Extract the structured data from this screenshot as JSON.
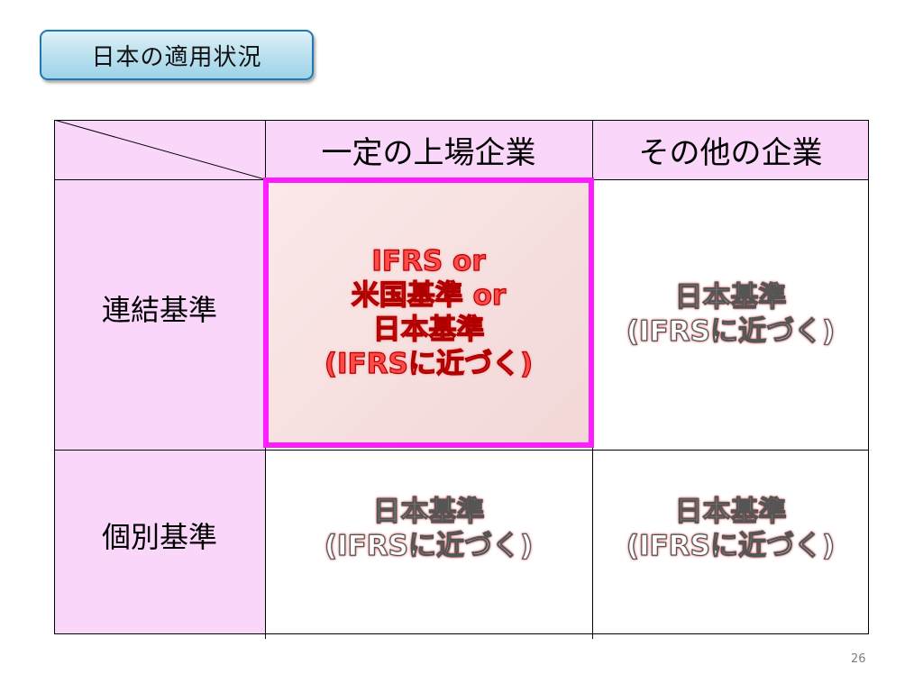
{
  "title": "日本の適用状況",
  "table": {
    "col_headers": [
      "一定の上場企業",
      "その他の企業"
    ],
    "rows": [
      {
        "label": "連結基準",
        "cells": [
          [
            "IFRS or",
            "米国基準 or",
            "日本基準",
            "(IFRSに近づく)"
          ],
          [
            "日本基準",
            "(IFRSに近づく)"
          ]
        ]
      },
      {
        "label": "個別基準",
        "cells": [
          [
            "日本基準",
            "(IFRSに近づく)"
          ],
          [
            "日本基準",
            "(IFRSに近づく)"
          ]
        ]
      }
    ]
  },
  "page_number": "26",
  "colors": {
    "header_fill": "#fbd6fb",
    "highlight_border": "#ff1cff",
    "highlight_text": "#ff4a4a",
    "title_border": "#1f78b4"
  }
}
